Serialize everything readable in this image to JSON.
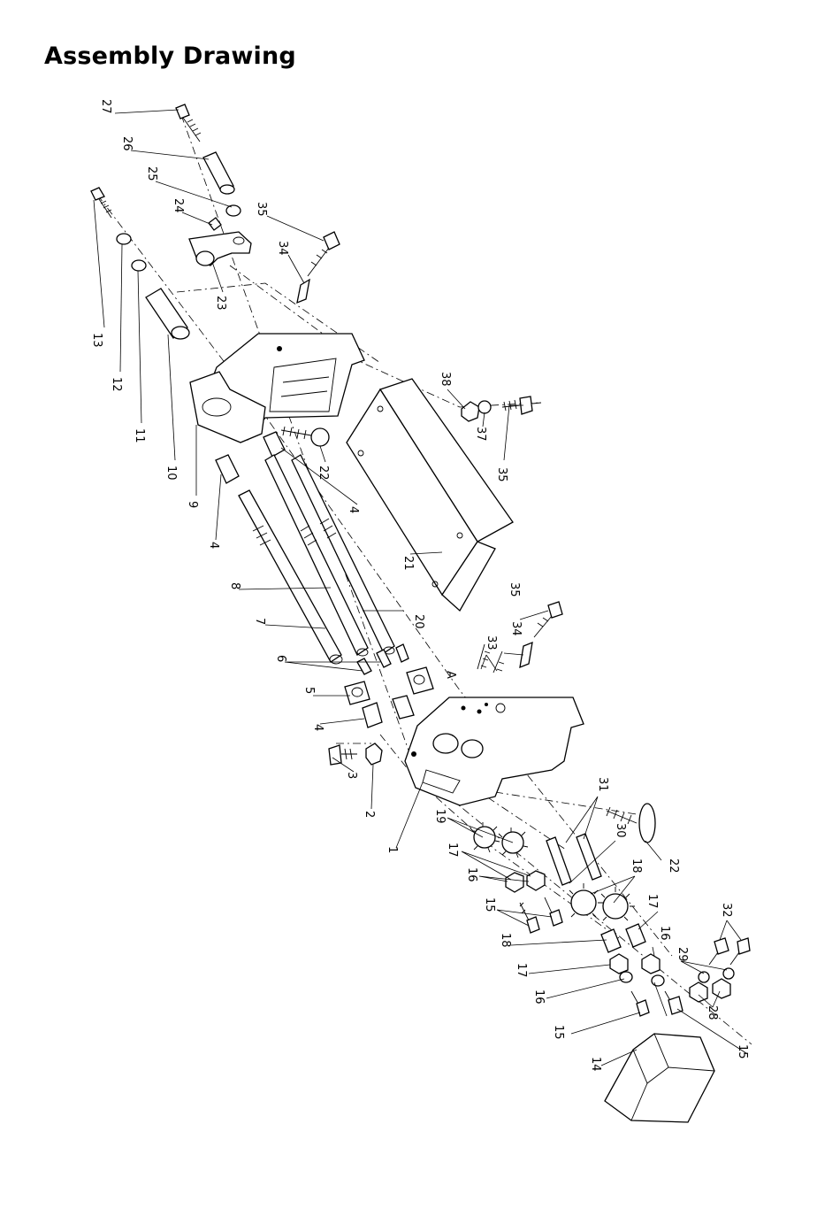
{
  "title": "Assembly Drawing",
  "callouts": {
    "c27": "27",
    "c26": "26",
    "c25": "25",
    "c24": "24",
    "c35a": "35",
    "c34a": "34",
    "c23": "23",
    "c13": "13",
    "c12": "12",
    "c11": "11",
    "c10": "10",
    "c9": "9",
    "c38": "38",
    "c37": "37",
    "c35b": "35",
    "c22a": "22",
    "c4a": "4",
    "c4b": "4",
    "c8": "8",
    "c21": "21",
    "c7": "7",
    "c20": "20",
    "c6": "6",
    "c5": "5",
    "c4c": "4",
    "cA": "A",
    "c35c": "35",
    "c34b": "34",
    "c33": "33",
    "c3": "3",
    "c2": "2",
    "c1": "1",
    "c19": "19",
    "c31": "31",
    "c17a": "17",
    "c30": "30",
    "c16a": "16",
    "c18a": "18",
    "c15a": "15",
    "c22b": "22",
    "c17b": "17",
    "c18b": "18",
    "c32": "32",
    "c16b": "16",
    "c29": "29",
    "c17c": "17",
    "c16c": "16",
    "c28": "28",
    "c15b": "15",
    "c15c": "15",
    "c14": "14"
  }
}
